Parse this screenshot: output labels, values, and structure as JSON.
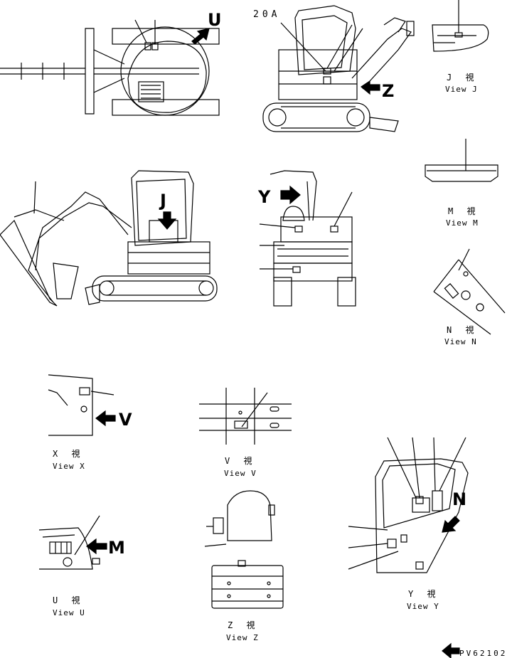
{
  "callouts": {
    "u": "U",
    "z": "Z",
    "j": "J",
    "y": "Y",
    "v": "V",
    "m": "M",
    "n": "N"
  },
  "label_20a": "20A",
  "views": {
    "j": {
      "kanji": "J　 視",
      "en": "View J"
    },
    "m": {
      "kanji": "M　 視",
      "en": "View M"
    },
    "n": {
      "kanji": "N　 視",
      "en": "View N"
    },
    "x": {
      "kanji": "X　 視",
      "en": "View X"
    },
    "v": {
      "kanji": "V　 視",
      "en": "View V"
    },
    "u": {
      "kanji": "U　 視",
      "en": "View U"
    },
    "z": {
      "kanji": "Z　 視",
      "en": "View Z"
    },
    "y": {
      "kanji": "Y　 視",
      "en": "View Y"
    }
  },
  "drawing_code": "PV62102"
}
